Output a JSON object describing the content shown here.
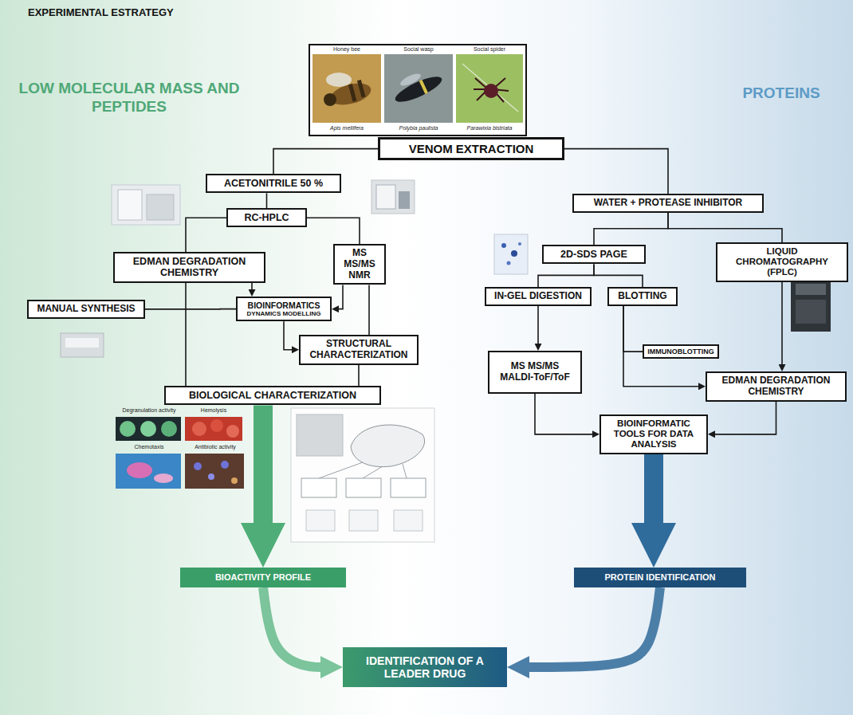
{
  "diagram": {
    "title": "EXPERIMENTAL ESTRATEGY",
    "nodes": [
      {
        "text": [
          "VENOM EXTRACTION"
        ]
      },
      {
        "text": [
          "ACETONITRILE 50 %"
        ]
      },
      {
        "text": [
          "RC-HPLC"
        ]
      },
      {
        "text": [
          "EDMAN DEGRADATION CHEMISTRY"
        ]
      },
      {
        "text": [
          "MS MS/MS NMR"
        ]
      },
      {
        "text": [
          "MANUAL SYNTHESIS"
        ]
      },
      {
        "text": [
          "BIOINFORMATICS",
          "DYNAMICS MODELLING"
        ]
      },
      {
        "text": [
          "STRUCTURAL CHARACTERIZATION"
        ]
      },
      {
        "text": [
          "BIOLOGICAL CHARACTERIZATION"
        ]
      },
      {
        "text": [
          "WATER + PROTEASE INHIBITOR"
        ]
      },
      {
        "text": [
          "2D-SDS PAGE"
        ]
      },
      {
        "text": [
          "LIQUID CHROMATOGRAPHY (FPLC)"
        ]
      },
      {
        "text": [
          "IN-GEL DIGESTION"
        ]
      },
      {
        "text": [
          "BLOTTING"
        ]
      },
      {
        "text": [
          "MS MS/MS MALDI-ToF/ToF"
        ]
      },
      {
        "text": [
          "IMMUNOBLOTTING"
        ]
      },
      {
        "text": [
          "EDMAN DEGRADATION CHEMISTRY"
        ]
      },
      {
        "text": [
          "BIOINFORMATIC TOOLS FOR DATA ANALYSIS"
        ]
      },
      {
        "text": [
          "BIOACTIVITY PROFILE"
        ]
      },
      {
        "text": [
          "PROTEIN IDENTIFICATION"
        ]
      },
      {
        "text": [
          "IDENTIFICATION OF A LEADER DRUG"
        ]
      }
    ],
    "edges": [
      {
        "from": 0,
        "to": 1,
        "arrow": "none"
      },
      {
        "from": 0,
        "to": 9,
        "arrow": "none"
      },
      {
        "from": 1,
        "to": 2,
        "arrow": "none"
      },
      {
        "from": 2,
        "to": 3,
        "arrow": "none"
      },
      {
        "from": 2,
        "to": 4,
        "arrow": "none"
      },
      {
        "from": 3,
        "to": 6,
        "arrow": "to"
      },
      {
        "from": 4,
        "to": 6,
        "arrow": "to"
      },
      {
        "from": 5,
        "to": 6,
        "arrow": "none"
      },
      {
        "from": 6,
        "to": 7,
        "arrow": "to"
      },
      {
        "from": 4,
        "to": 7,
        "arrow": "none"
      },
      {
        "from": 3,
        "to": 8,
        "arrow": "none"
      },
      {
        "from": 7,
        "to": 8,
        "arrow": "none"
      },
      {
        "from": 8,
        "to": 18,
        "arrow": "to"
      },
      {
        "from": 9,
        "to": 10,
        "arrow": "none"
      },
      {
        "from": 9,
        "to": 11,
        "arrow": "none"
      },
      {
        "from": 10,
        "to": 12,
        "arrow": "none"
      },
      {
        "from": 10,
        "to": 13,
        "arrow": "none"
      },
      {
        "from": 12,
        "to": 14,
        "arrow": "to"
      },
      {
        "from": 13,
        "to": 15,
        "arrow": "none"
      },
      {
        "from": 13,
        "to": 16,
        "arrow": "to"
      },
      {
        "from": 11,
        "to": 16,
        "arrow": "to"
      },
      {
        "from": 14,
        "to": 17,
        "arrow": "to"
      },
      {
        "from": 16,
        "to": 17,
        "arrow": "to"
      },
      {
        "from": 17,
        "to": 19,
        "arrow": "to"
      },
      {
        "from": 18,
        "to": 20,
        "arrow": "to"
      },
      {
        "from": 19,
        "to": 20,
        "arrow": "to"
      }
    ],
    "labels": [
      "LOW MOLECULAR MASS AND PEPTIDES",
      "PROTEINS",
      "Honey bee",
      "Social wasp",
      "Social spider",
      "Apis mellifera",
      "Polybia paulista",
      "Parawixia bistriata",
      "Degranulation activity",
      "Hemolysis",
      "Chemotaxis",
      "Antibiotic activity"
    ]
  }
}
